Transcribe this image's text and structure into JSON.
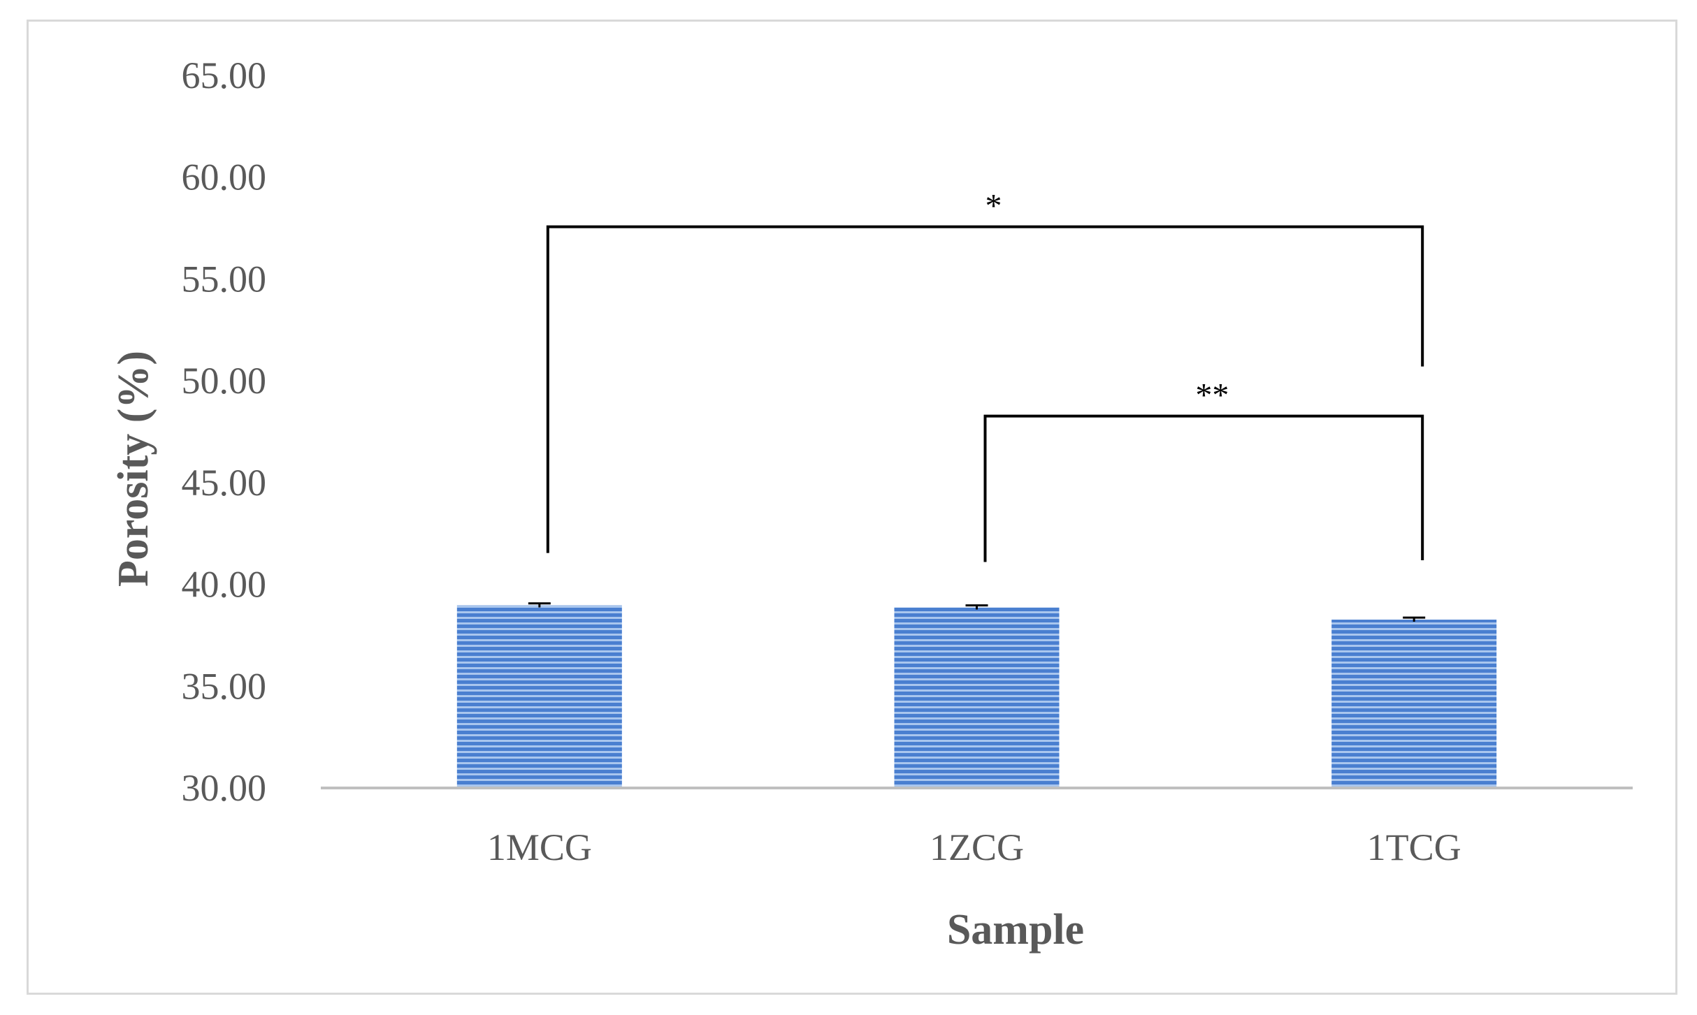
{
  "chart_data": {
    "type": "bar",
    "categories": [
      "1MCG",
      "1ZCG",
      "1TCG"
    ],
    "values": [
      38.9,
      38.8,
      38.2
    ],
    "errors": [
      0.1,
      0.1,
      0.1
    ],
    "title": "",
    "xlabel": "Sample",
    "ylabel": "Porosity (%)",
    "ylim": [
      30,
      65
    ],
    "yticks": [
      "30.00",
      "35.00",
      "40.00",
      "45.00",
      "50.00",
      "55.00",
      "60.00",
      "65.00"
    ],
    "grid": false,
    "legend": "none",
    "bar_color": "#4a7fd0",
    "bar_stripe_color": "#a9c6ee",
    "significance": [
      {
        "from": "1MCG",
        "to": "1TCG",
        "label": "*",
        "level": 57.5
      },
      {
        "from": "1ZCG",
        "to": "1TCG",
        "label": "**",
        "level": 48.2
      }
    ]
  }
}
